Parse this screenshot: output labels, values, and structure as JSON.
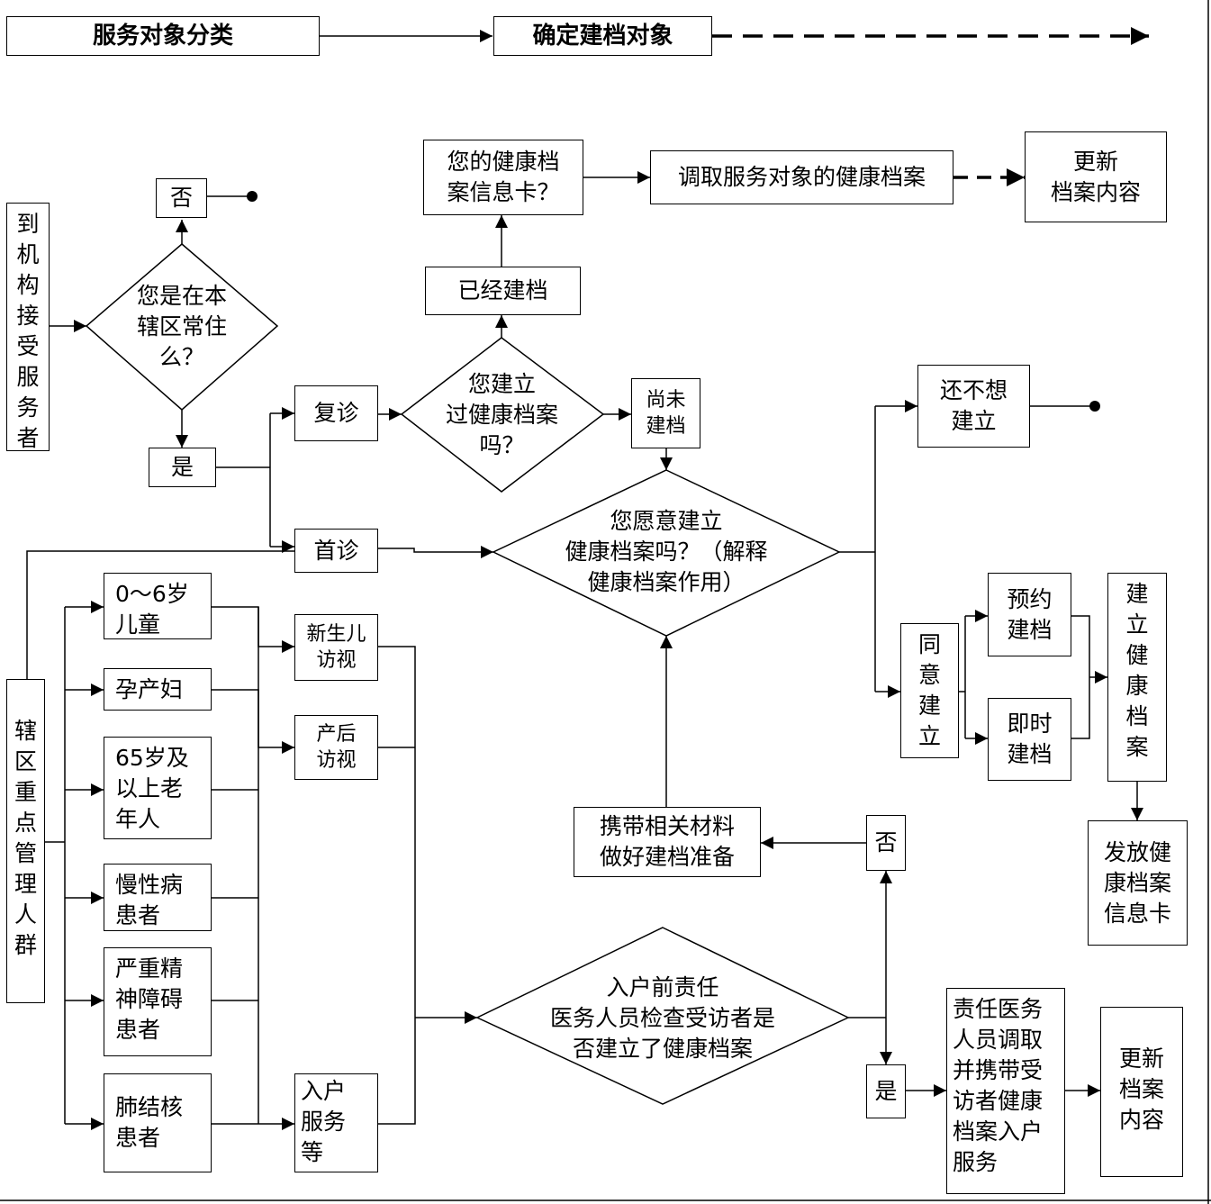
{
  "header": {
    "classify": "服务对象分类",
    "confirm": "确定建档对象"
  },
  "left_vertical": "到\n机\n构\n接\n受\n服\n务\n者",
  "resident_question": "您是在本\n辖区常住\n么？",
  "no_label": "否",
  "yes_label": "是",
  "revisit": "复诊",
  "first_visit": "首诊",
  "built_question": "您建立\n过健康档案\n吗？",
  "already_built": "已经建档",
  "card_question": "您的健康档\n案信息卡？",
  "retrieve_record": "调取服务对象的健康档案",
  "update_record_top": "更新\n档案内容",
  "not_yet_built": "尚未\n建档",
  "willing_question": "您愿意建立\n健康档案吗？（解释\n健康档案作用）",
  "dont_want": "还不想\n建立",
  "agree": "同\n意\n建\n立",
  "appointment": "预约\n建档",
  "immediate": "即时\n建档",
  "build_record": "建\n立\n健\n康\n档\n案",
  "issue_card": "发放健\n康档案\n信息卡",
  "key_population": "辖\n区\n重\n点\n管\n理\n人\n群",
  "groups": {
    "child": "0～6岁\n儿童",
    "maternal": "孕产妇",
    "elderly": "65岁及\n以上老\n年人",
    "chronic": "慢性病\n患者",
    "mental": "严重精\n神障碍\n患者",
    "tb": "肺结核\n患者"
  },
  "services": {
    "newborn": "新生儿\n访视",
    "postpartum": "产后\n访视",
    "home": "入户\n服务\n等"
  },
  "prepare": "携带相关材料\n做好建档准备",
  "no_label_2": "否",
  "yes_label_2": "是",
  "check_question": "入户前责任\n医务人员检查受访者是\n否建立了健康档案",
  "responsible": "责任医务\n人员调取\n并携带受\n访者健康\n档案入户\n服务",
  "update_record_bottom": "更新\n档案\n内容"
}
